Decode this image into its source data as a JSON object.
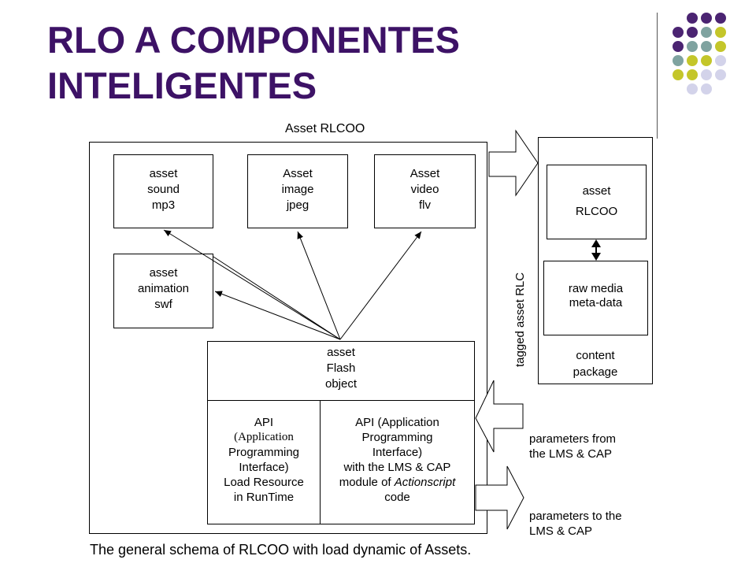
{
  "slide": {
    "title_line1": "RLO A COMPONENTES",
    "title_line2": "INTELIGENTES",
    "caption": "The general schema of RLCOO  with load dynamic of Assets.",
    "colors": {
      "title": "#3d1266",
      "dot_purple": "#4b2472",
      "dot_teal": "#7fa3a0",
      "dot_olive": "#c4c62a",
      "dot_lavender": "#d3d3ea"
    }
  },
  "diagram": {
    "outer_label": "Asset RLCOO",
    "asset_sound": [
      "asset",
      "sound",
      "mp3"
    ],
    "asset_image": [
      "Asset",
      "image",
      "jpeg"
    ],
    "asset_video": [
      "Asset",
      "video",
      "flv"
    ],
    "asset_animation": [
      "asset",
      "animation",
      "swf"
    ],
    "flash_object": [
      "asset",
      "Flash",
      "object"
    ],
    "api_left": [
      "API",
      "(Application",
      "Programming",
      "Interface)",
      "Load Resource",
      "in RunTime"
    ],
    "api_right": [
      "API (Application",
      "Programming",
      "Interface)",
      "with the LMS & CAP",
      "module of ",
      "Actionscript",
      "code"
    ],
    "package_asset": [
      "asset",
      "RLCOO"
    ],
    "raw_media": [
      "raw media",
      "meta-data"
    ],
    "content_package": [
      "content",
      "package"
    ],
    "tagged_label": "tagged asset RLC",
    "params_from": [
      "parameters from",
      "the LMS & CAP"
    ],
    "params_to": [
      "parameters to the",
      "LMS & CAP"
    ]
  }
}
